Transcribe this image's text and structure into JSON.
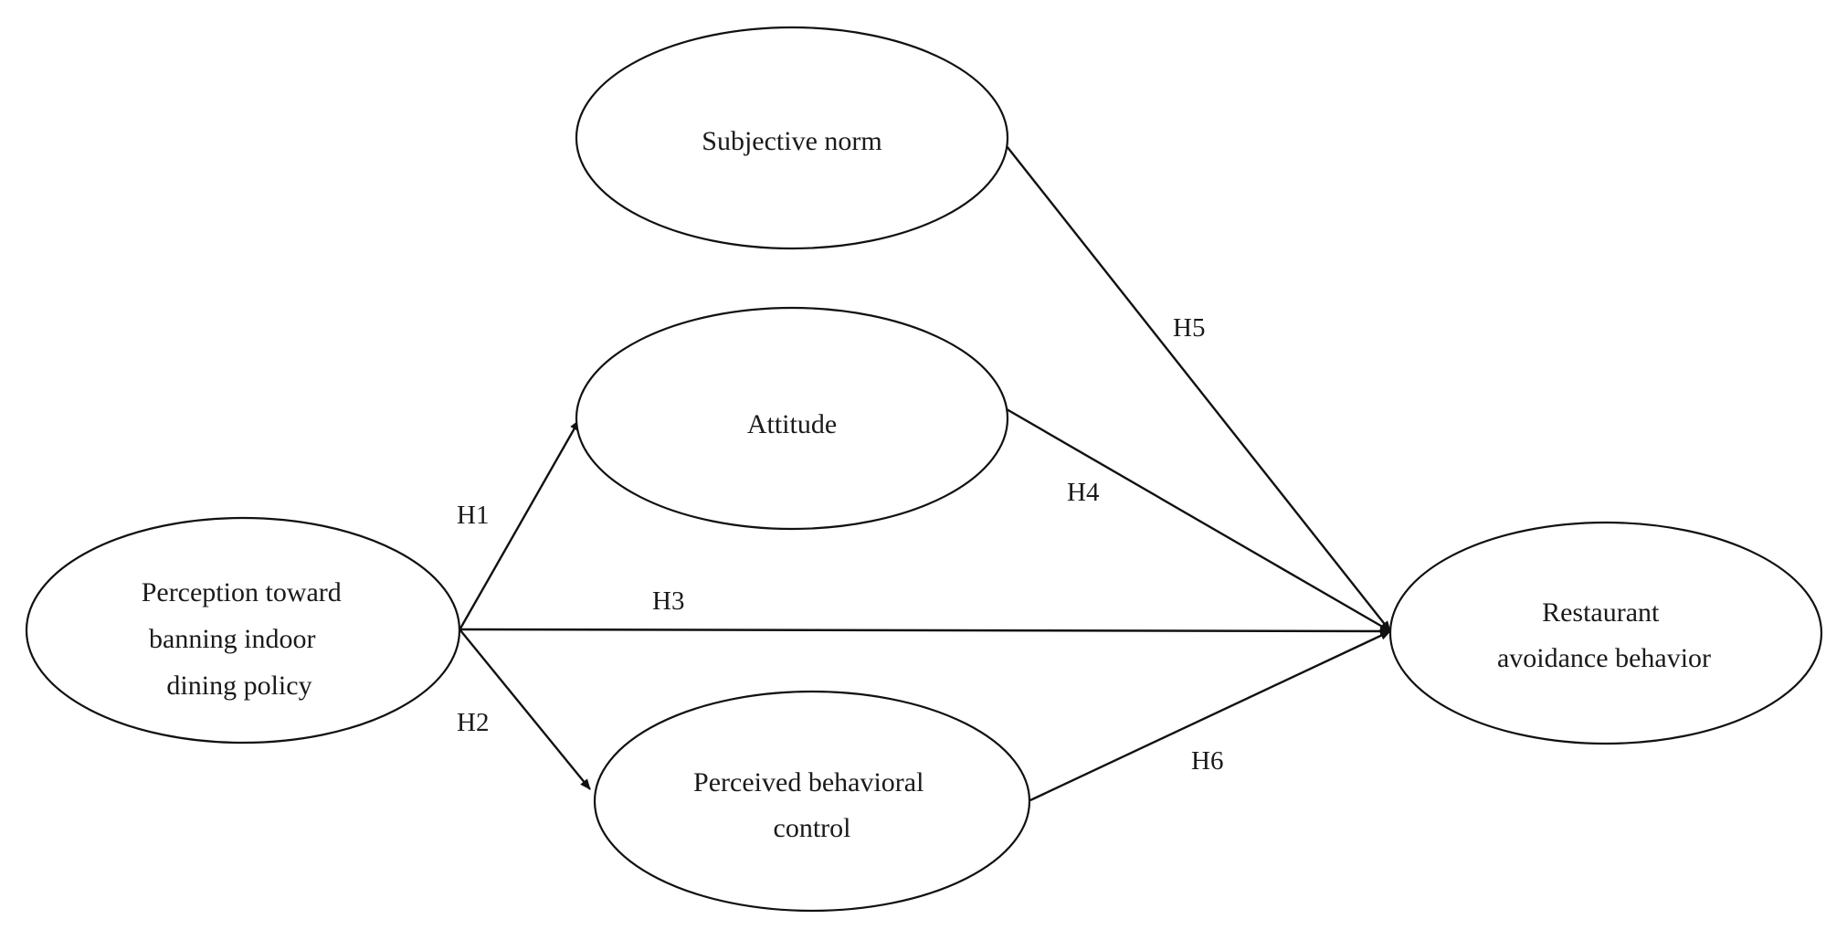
{
  "nodes": {
    "subjective_norm": {
      "lines": [
        "Subjective norm"
      ]
    },
    "attitude": {
      "lines": [
        "Attitude"
      ]
    },
    "perception": {
      "lines": [
        "Perception toward",
        "banning indoor",
        "dining policy"
      ]
    },
    "pbc": {
      "lines": [
        "Perceived behavioral",
        "control"
      ]
    },
    "avoidance": {
      "lines": [
        "Restaurant",
        "avoidance behavior"
      ]
    }
  },
  "edges": {
    "h1": {
      "label": "H1",
      "from": "perception",
      "to": "attitude"
    },
    "h2": {
      "label": "H2",
      "from": "perception",
      "to": "pbc"
    },
    "h3": {
      "label": "H3",
      "from": "perception",
      "to": "avoidance"
    },
    "h4": {
      "label": "H4",
      "from": "attitude",
      "to": "avoidance"
    },
    "h5": {
      "label": "H5",
      "from": "subjective_norm",
      "to": "avoidance"
    },
    "h6": {
      "label": "H6",
      "from": "pbc",
      "to": "avoidance"
    }
  }
}
